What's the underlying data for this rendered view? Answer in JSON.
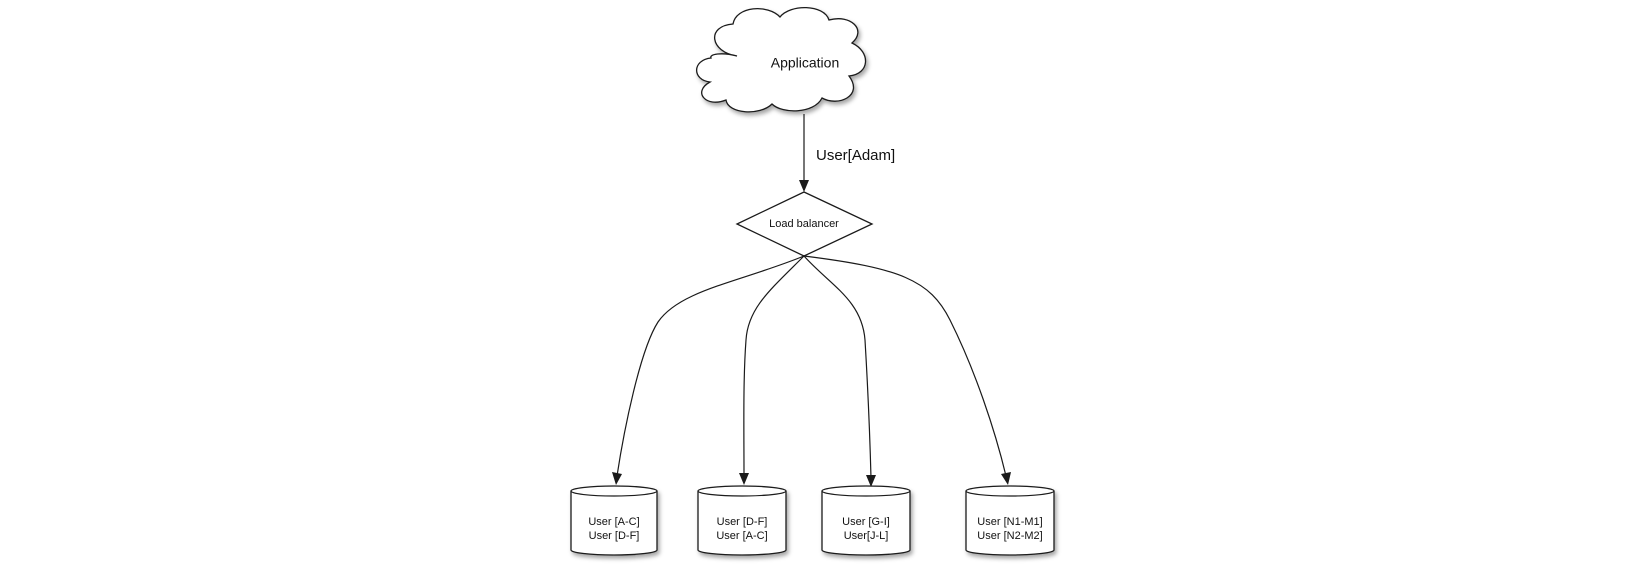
{
  "diagram": {
    "application": {
      "label": "Application"
    },
    "request_edge": {
      "label": "User[Adam]"
    },
    "load_balancer": {
      "label": "Load balancer"
    },
    "databases": [
      {
        "lines": [
          "User [A-C]",
          "User [D-F]"
        ]
      },
      {
        "lines": [
          "User [D-F]",
          "User [A-C]"
        ]
      },
      {
        "lines": [
          "User [G-I]",
          "User[J-L]"
        ]
      },
      {
        "lines": [
          "User [N1-M1]",
          "User [N2-M2]"
        ]
      }
    ]
  }
}
